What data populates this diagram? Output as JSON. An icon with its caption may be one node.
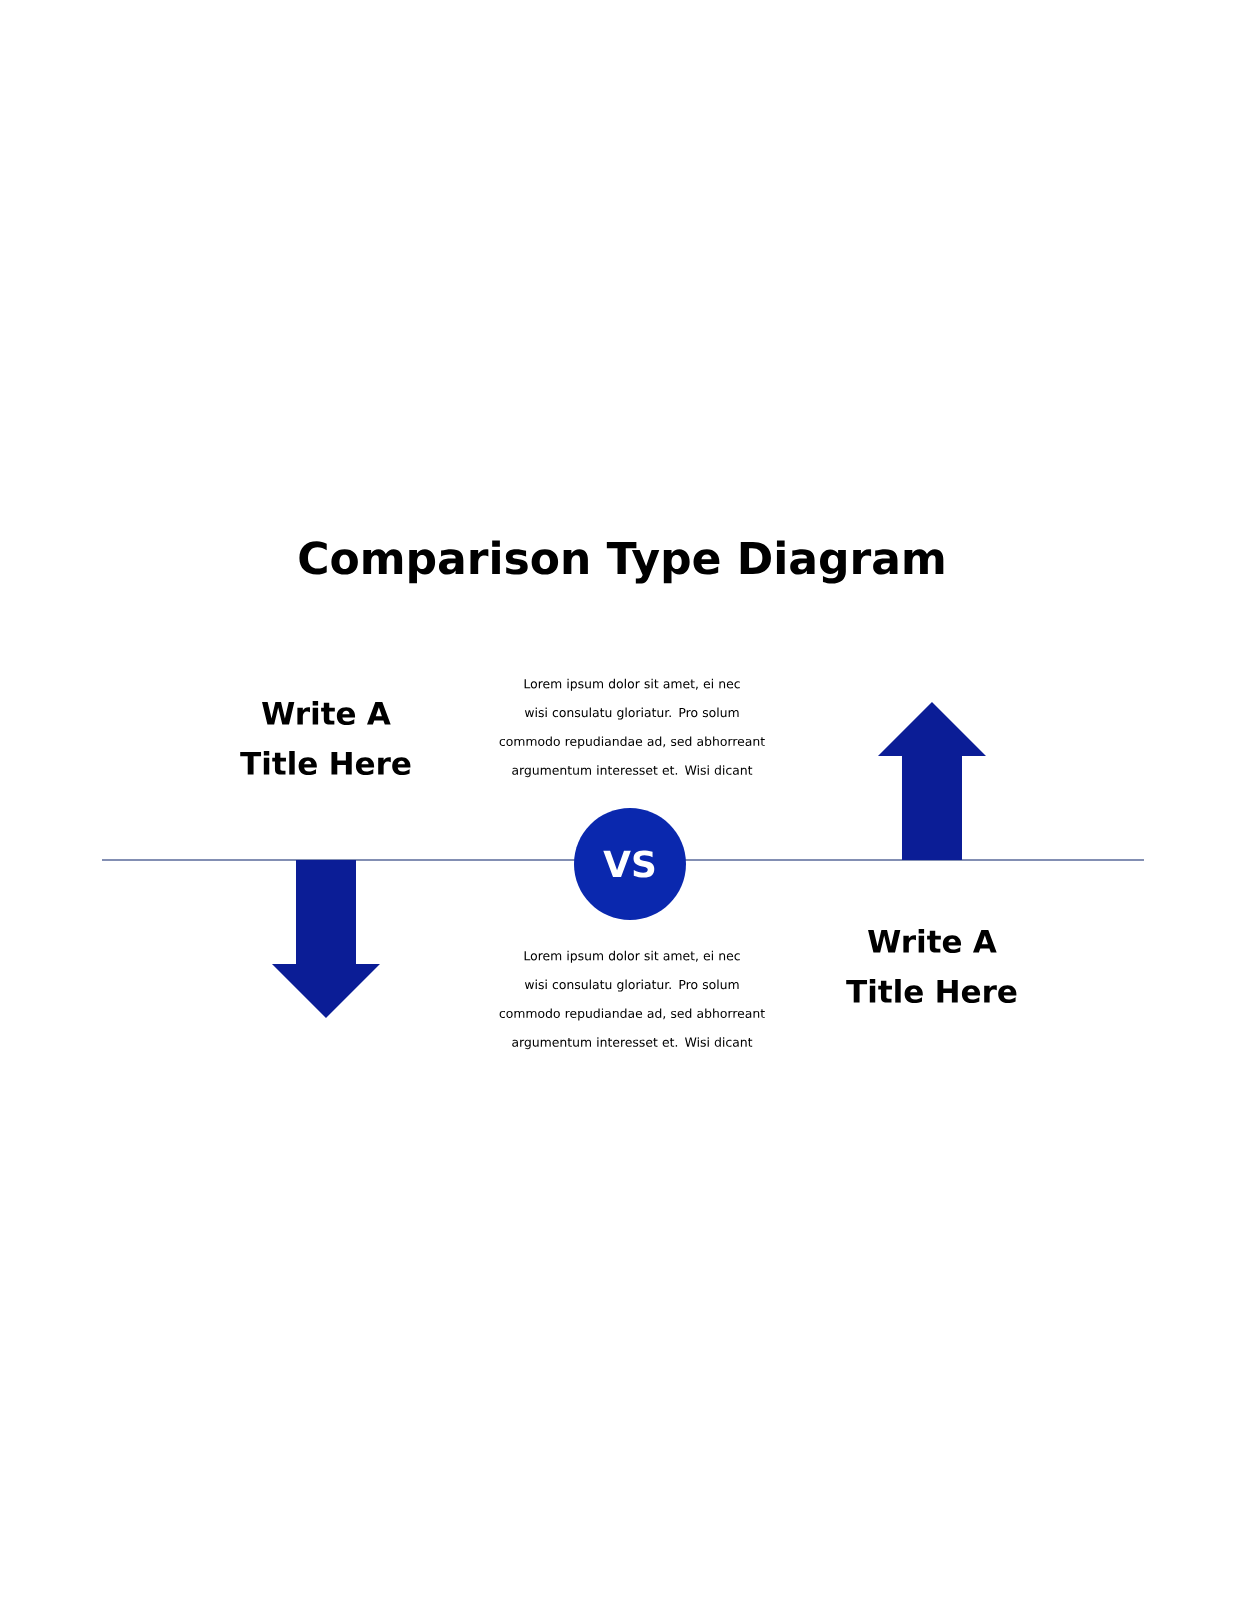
{
  "diagram": {
    "title": "Comparison Type Diagram",
    "nodes": [
      {
        "text": [
          "VS"
        ]
      }
    ],
    "labels": [
      "Lorem ipsum dolor sit amet, ei nec wisi consulatu gloriatur. Pro solum commodo repudiandae ad, sed abhorreant argumentum interesset et. Wisi dicant",
      "Write A Title Here",
      "Write A Title Here",
      "Lorem ipsum dolor sit amet, ei nec wisi consulatu gloriatur. Pro solum commodo repudiandae ad, sed abhorreant argumentum interesset et. Wisi dicant"
    ]
  }
}
